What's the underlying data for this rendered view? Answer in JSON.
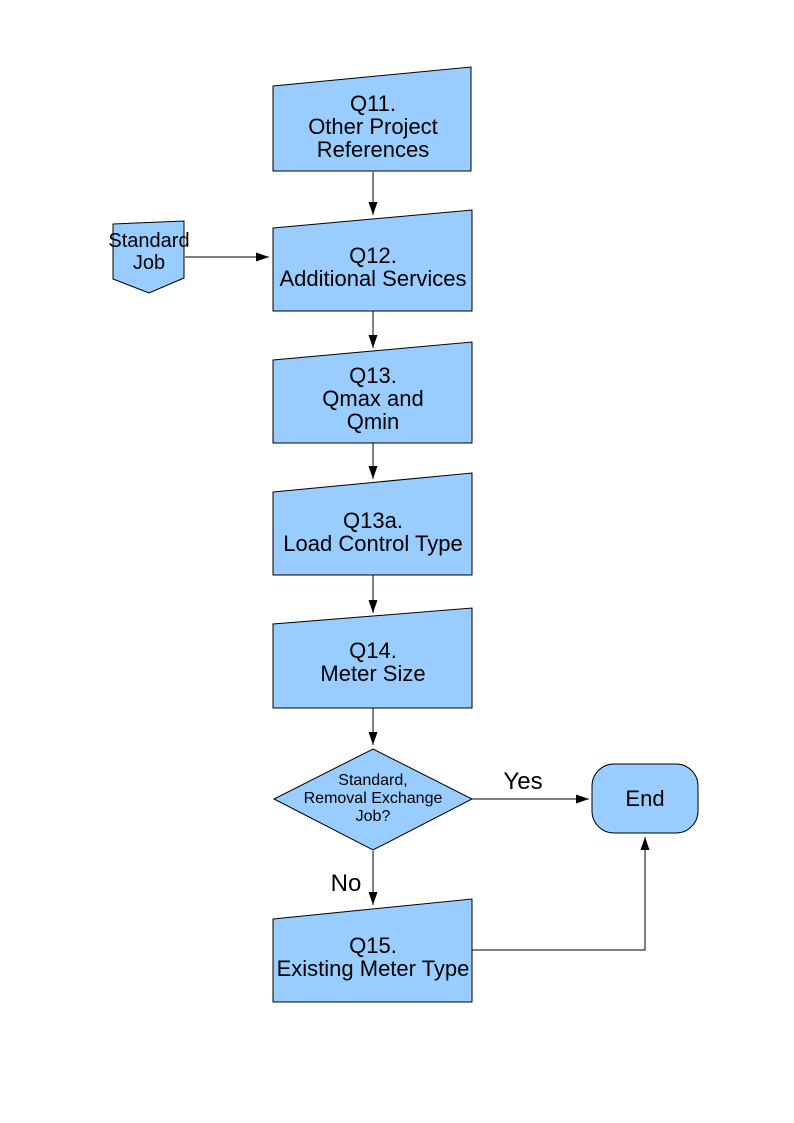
{
  "diagram": {
    "background": "#FFFFFF",
    "colors": {
      "node_fill": "#99CCFF",
      "node_stroke": "#000000",
      "edge_color": "#000000",
      "text_color": "#000000"
    },
    "nodes": {
      "q11": {
        "shape": "card",
        "label": "Q11.\nOther Project\nReferences"
      },
      "standard_job": {
        "shape": "off-page-connector",
        "label": "Standard\nJob"
      },
      "q12": {
        "shape": "card",
        "label": "Q12.\nAdditional Services"
      },
      "q13": {
        "shape": "card",
        "label": "Q13.\nQmax and\nQmin"
      },
      "q13a": {
        "shape": "card",
        "label": "Q13a.\nLoad Control Type"
      },
      "q14": {
        "shape": "card",
        "label": "Q14.\nMeter Size"
      },
      "decision": {
        "shape": "decision",
        "label": "Standard,\nRemoval Exchange\nJob?"
      },
      "end": {
        "shape": "terminator",
        "label": "End"
      },
      "q15": {
        "shape": "card",
        "label": "Q15.\nExisting Meter Type"
      }
    },
    "edges": [
      {
        "from": "q11",
        "to": "q12",
        "label": ""
      },
      {
        "from": "standard_job",
        "to": "q12",
        "label": ""
      },
      {
        "from": "q12",
        "to": "q13",
        "label": ""
      },
      {
        "from": "q13",
        "to": "q13a",
        "label": ""
      },
      {
        "from": "q13a",
        "to": "q14",
        "label": ""
      },
      {
        "from": "q14",
        "to": "decision",
        "label": ""
      },
      {
        "from": "decision",
        "to": "end",
        "label": "Yes"
      },
      {
        "from": "decision",
        "to": "q15",
        "label": "No"
      },
      {
        "from": "q15",
        "to": "end",
        "label": ""
      }
    ]
  }
}
